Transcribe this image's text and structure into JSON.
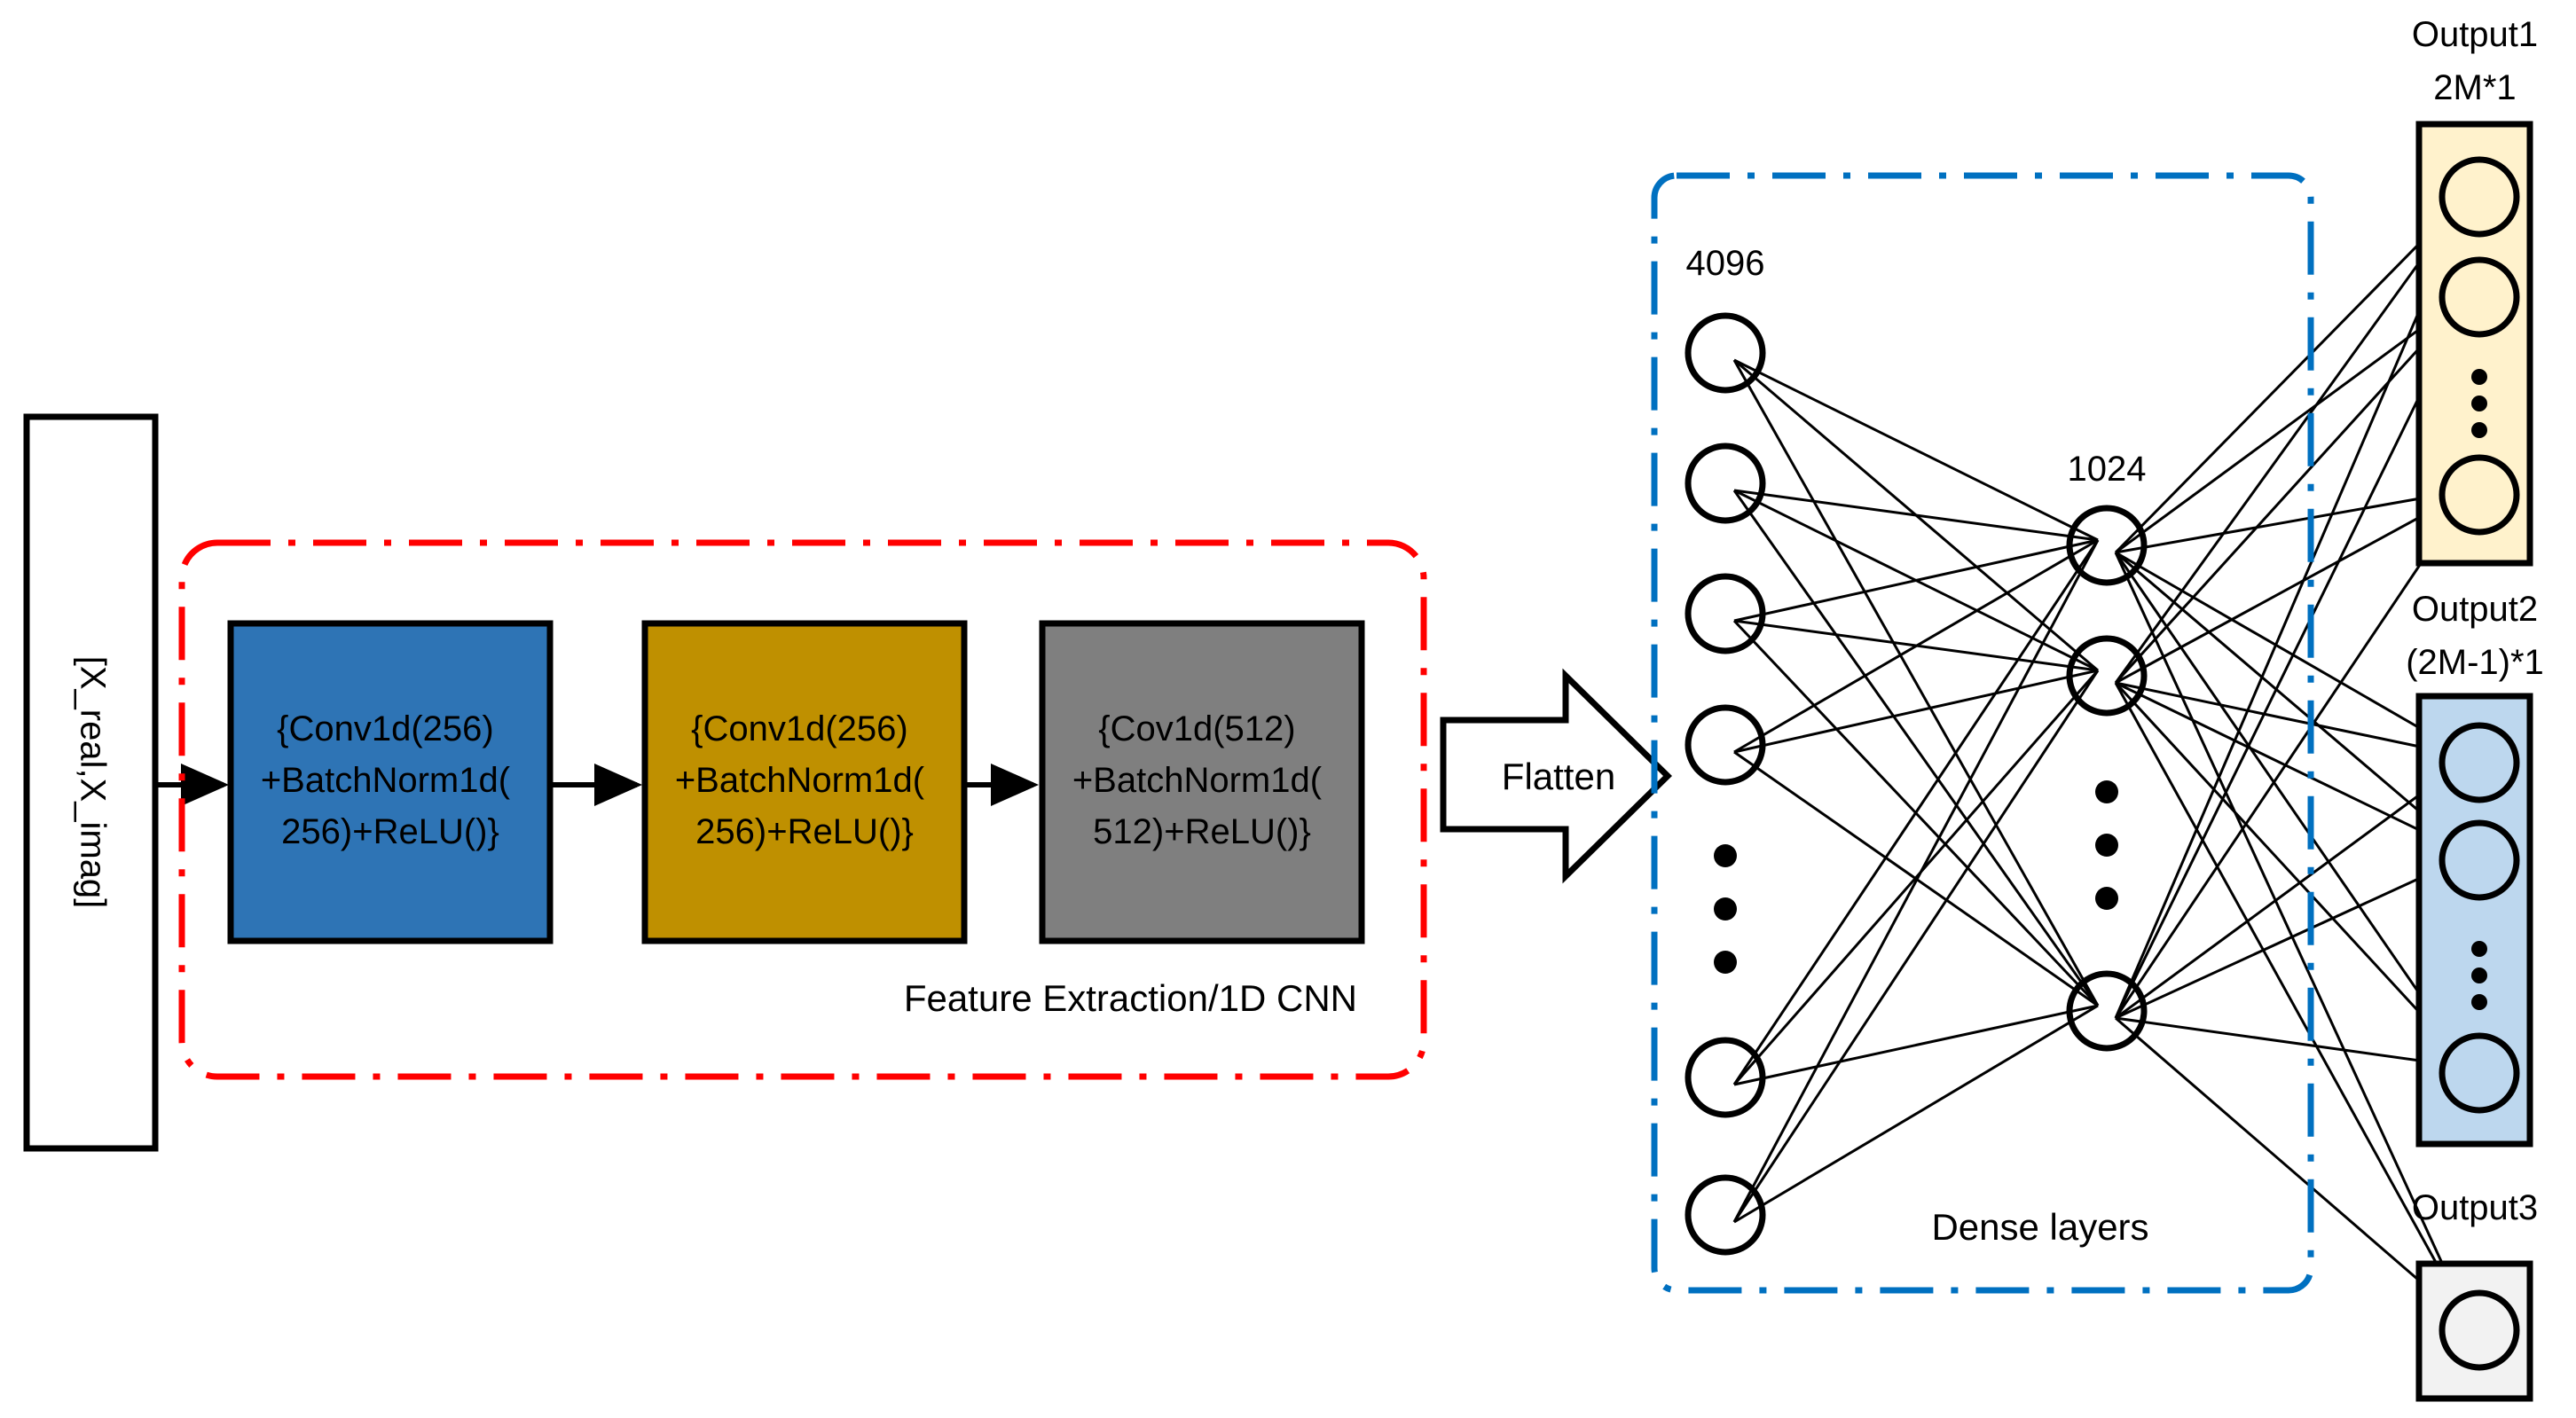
{
  "input": {
    "label": "[X_real,X_imag]"
  },
  "feature_extraction": {
    "caption": "Feature Extraction/1D CNN",
    "border_color": "#ff0000",
    "blocks": [
      {
        "lines": [
          "{Conv1d(256)",
          "+BatchNorm1d(",
          "256)+ReLU()}"
        ],
        "color": "#2e74b5"
      },
      {
        "lines": [
          "{Conv1d(256)",
          "+BatchNorm1d(",
          "256)+ReLU()}"
        ],
        "color": "#bf9000"
      },
      {
        "lines": [
          "{Cov1d(512)",
          "+BatchNorm1d(",
          "512)+ReLU()}"
        ],
        "color": "#7f7f7f"
      }
    ]
  },
  "flatten": {
    "label": "Flatten"
  },
  "dense": {
    "caption": "Dense layers",
    "border_color": "#0070c0",
    "layer1_size": "4096",
    "layer2_size": "1024"
  },
  "outputs": [
    {
      "title": "Output1",
      "shape": "2M*1",
      "fill": "#fff2cc"
    },
    {
      "title": "Output2",
      "shape": "(2M-1)*1",
      "fill": "#bdd7ee"
    },
    {
      "title": "Output3",
      "shape": "",
      "fill": "#f2f2f2"
    }
  ]
}
